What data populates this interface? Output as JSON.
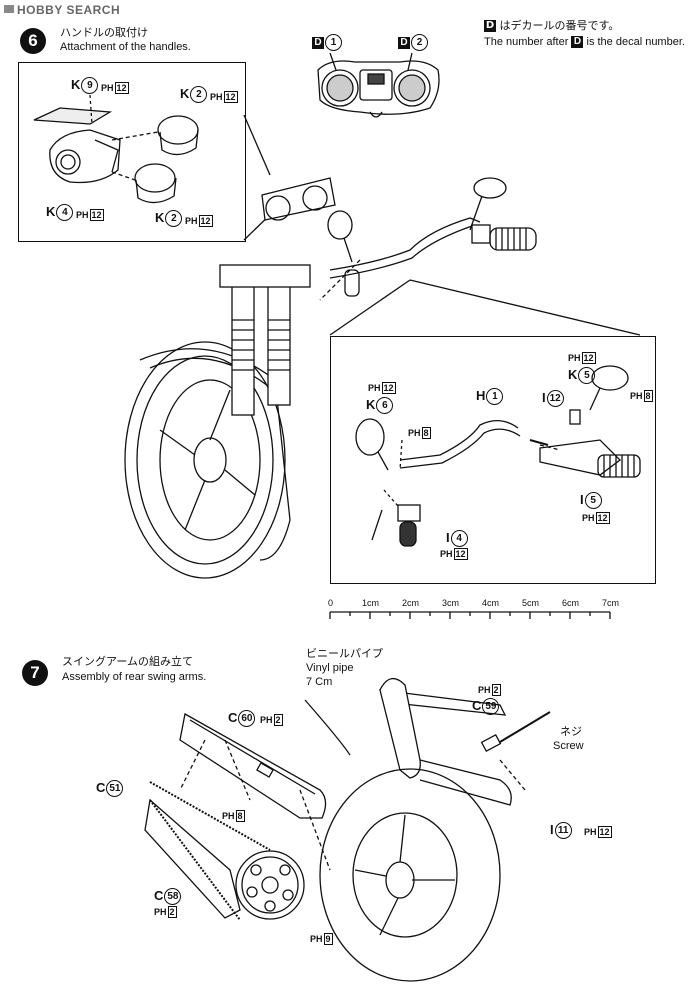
{
  "watermark": "HOBBY SEARCH",
  "decal_note": {
    "jp": "はデカールの番号です。",
    "en_pre": "The number after",
    "en_post": "is the decal number.",
    "symbol": "D"
  },
  "step6": {
    "number": "6",
    "title_jp": "ハンドルの取付け",
    "title_en": "Attachment of the handles."
  },
  "step7": {
    "number": "7",
    "title_jp": "スイングアームの組み立て",
    "title_en": "Assembly of rear swing arms."
  },
  "decals": [
    {
      "letter": "D",
      "num": "1"
    },
    {
      "letter": "D",
      "num": "2"
    }
  ],
  "inset_top_parts": [
    {
      "letter": "K",
      "num": "9",
      "ph": "12"
    },
    {
      "letter": "K",
      "num": "2",
      "ph": "12"
    },
    {
      "letter": "K",
      "num": "4",
      "ph": "12"
    },
    {
      "letter": "K",
      "num": "2",
      "ph": "12"
    }
  ],
  "inset_handle_parts": [
    {
      "letter": "K",
      "num": "6",
      "ph": "12"
    },
    {
      "ph": "8"
    },
    {
      "letter": "H",
      "num": "1"
    },
    {
      "letter": "K",
      "num": "5",
      "ph": "12"
    },
    {
      "ph": "8"
    },
    {
      "letter": "I",
      "num": "12"
    },
    {
      "letter": "I",
      "num": "5",
      "ph": "12"
    },
    {
      "letter": "I",
      "num": "4",
      "ph": "12"
    }
  ],
  "ph_prefix": "PH",
  "ruler": {
    "labels": [
      "0",
      "1cm",
      "2cm",
      "3cm",
      "4cm",
      "5cm",
      "6cm",
      "7cm"
    ]
  },
  "vinyl_pipe": {
    "jp": "ビニールパイプ",
    "en": "Vinyl pipe",
    "length": "7 Cm"
  },
  "screw": {
    "jp": "ネジ",
    "en": "Screw"
  },
  "step7_parts": [
    {
      "letter": "C",
      "num": "60",
      "ph": "2"
    },
    {
      "letter": "C",
      "num": "59",
      "ph": "2"
    },
    {
      "letter": "C",
      "num": "51"
    },
    {
      "ph": "8"
    },
    {
      "letter": "I",
      "num": "11",
      "ph": "12"
    },
    {
      "letter": "C",
      "num": "58",
      "ph": "2"
    },
    {
      "ph": "9"
    }
  ]
}
